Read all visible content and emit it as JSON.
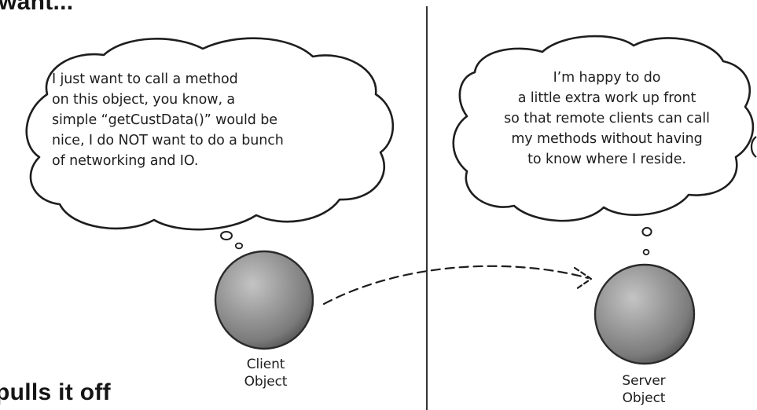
{
  "headings": {
    "top": "want...",
    "bottom": "pulls it off"
  },
  "client": {
    "thought": "I just want to call a method\n  on this object, you know, a\nsimple “getCustData()” would be\nnice, I do NOT want to do a bunch\nof networking and IO.",
    "label": "Client\nObject"
  },
  "server": {
    "thought": "I’m happy to do\na little extra work up front\nso that remote clients can call\n   my methods without having\n to know where I reside.",
    "label": "Server\nObject"
  },
  "colors": {
    "sphere_fill": "#9a9a9a",
    "sphere_highlight": "#b9b9b9",
    "sphere_shadow": "#5e5e5e",
    "ink": "#1e1e1e",
    "divider": "#333333"
  },
  "icons": {
    "thought_bubble": "cloud",
    "object": "sphere",
    "call": "dashed-arrow"
  }
}
